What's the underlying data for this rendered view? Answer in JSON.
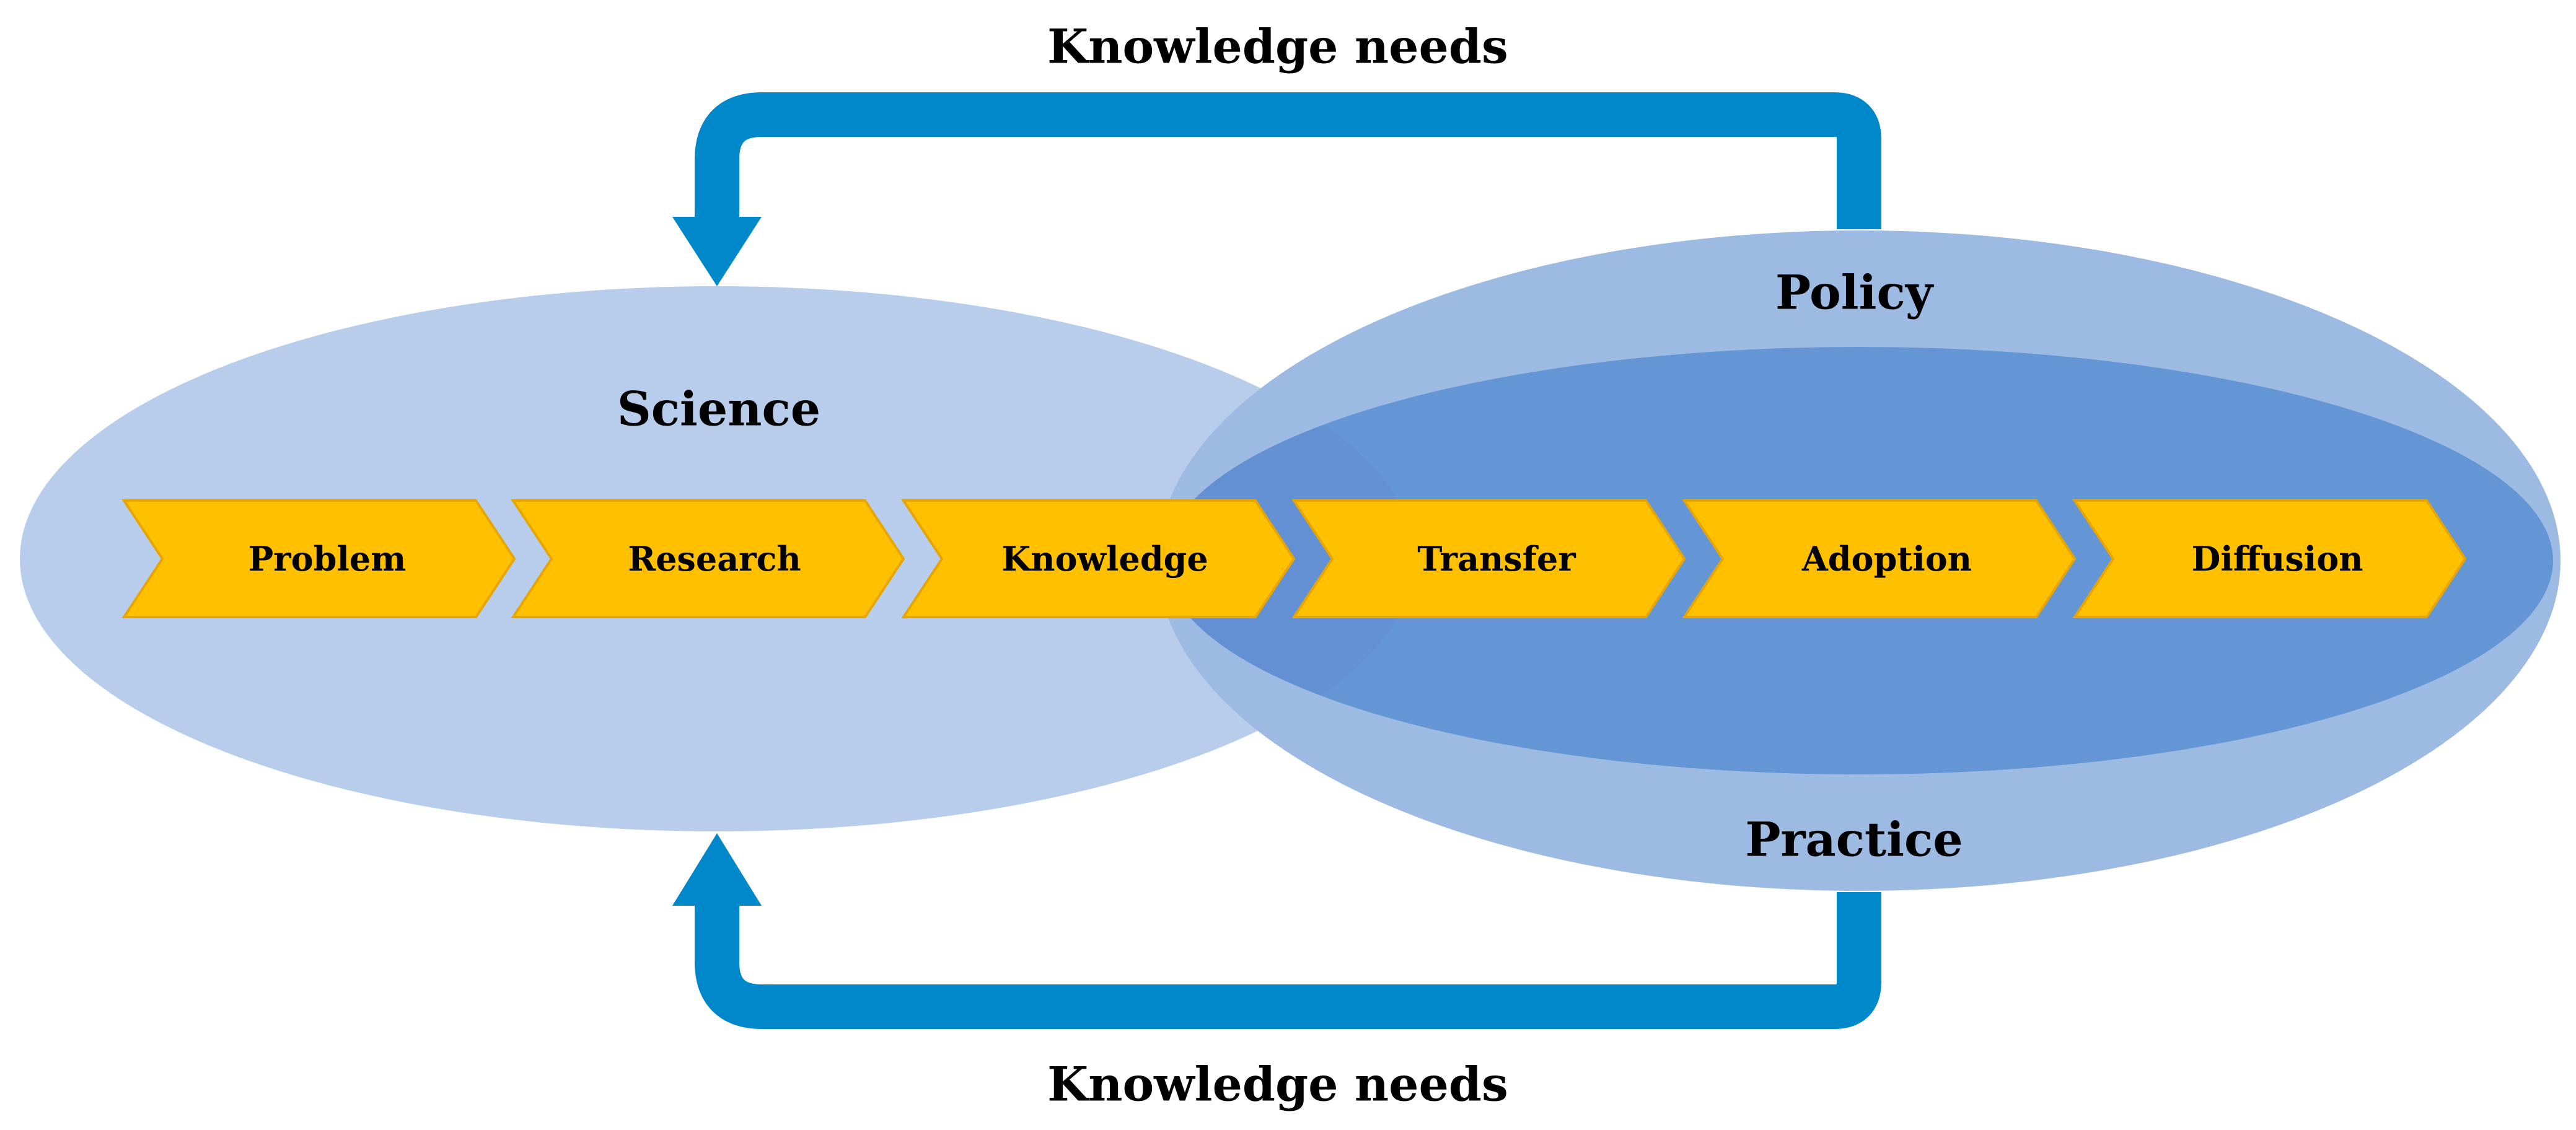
{
  "labels": {
    "top_feedback": "Knowledge needs",
    "bottom_feedback": "Knowledge needs",
    "science": "Science",
    "policy": "Policy",
    "practice": "Practice"
  },
  "steps": [
    {
      "label": "Problem"
    },
    {
      "label": "Research"
    },
    {
      "label": "Knowledge"
    },
    {
      "label": "Transfer"
    },
    {
      "label": "Adoption"
    },
    {
      "label": "Diffusion"
    }
  ],
  "colors": {
    "ellipse_light": "#9DBAE3",
    "ellipse_dark": "#6496D6",
    "overlap": "#4178C4",
    "arrow_blue": "#0088CB",
    "chevron_fill": "#FFC000",
    "chevron_edge": "#E6A500",
    "text": "#000000"
  }
}
